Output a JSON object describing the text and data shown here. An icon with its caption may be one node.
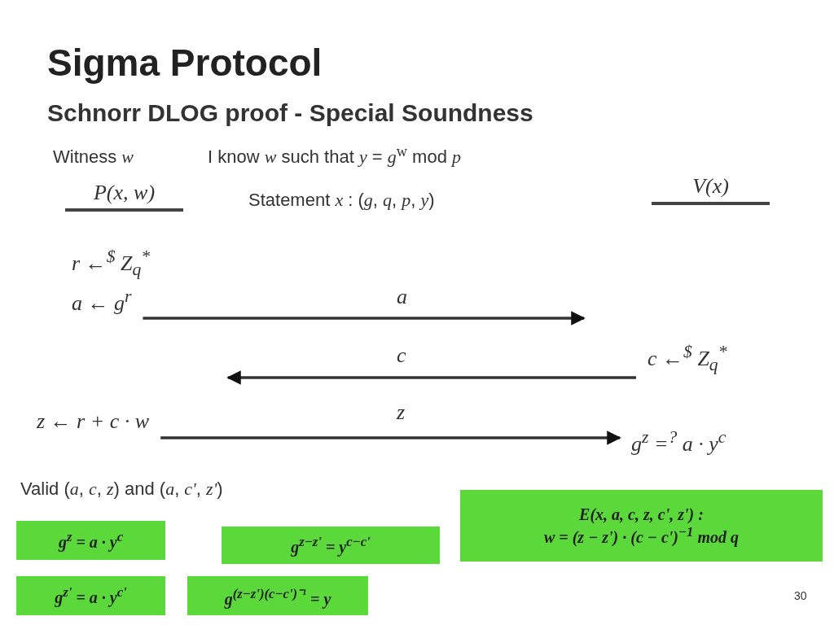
{
  "diagram": {
    "title": "Sigma Protocol",
    "nodes": [
      {
        "text": [
          "P(x, w)"
        ]
      },
      {
        "text": [
          "V(x)"
        ]
      },
      {
        "text": [
          "r ←$^{$}$ Z$_{q}$$^{*}$",
          "a ← g$^{r}$"
        ]
      },
      {
        "text": [
          "c ←$^{$}$ Z$_{q}$$^{*}$"
        ]
      },
      {
        "text": [
          "z ← r + c · w"
        ]
      },
      {
        "text": [
          "g$^{z}$ =$^{?}$ a · y$^{c}$"
        ]
      },
      {
        "text": [
          "g$^{z}$ = a · y$^{c}$"
        ]
      },
      {
        "text": [
          "g$^{z−z'}$ = y$^{c−c'}$"
        ]
      },
      {
        "text": [
          "E(x, a, c, z, c', z') :",
          "w = (z − z') · (c − c')$^{−1}$  mod q"
        ]
      },
      {
        "text": [
          "g$^{z'}$ = a · y$^{c'}$"
        ]
      },
      {
        "text": [
          "g$^{(z−z')(c−c')⁻¹}$ = y"
        ]
      }
    ],
    "edges": [
      {
        "from": 2,
        "to": null,
        "arrow": "to",
        "label": "a"
      },
      {
        "from": 3,
        "to": null,
        "arrow": "to",
        "label": "c"
      },
      {
        "from": 4,
        "to": 5,
        "arrow": "to",
        "label": "z"
      }
    ],
    "labels": [
      "Schnorr DLOG proof - Special Soundness",
      "Witness *w*",
      "I know *w* such that *y* = *g*$^{w}$  mod *p*",
      "Statement *x* : (*g*, *q*, *p*, *y*)",
      "Valid (*a*, *c*, *z*) and (*a*, *c'*, *z'*)",
      "30"
    ]
  }
}
